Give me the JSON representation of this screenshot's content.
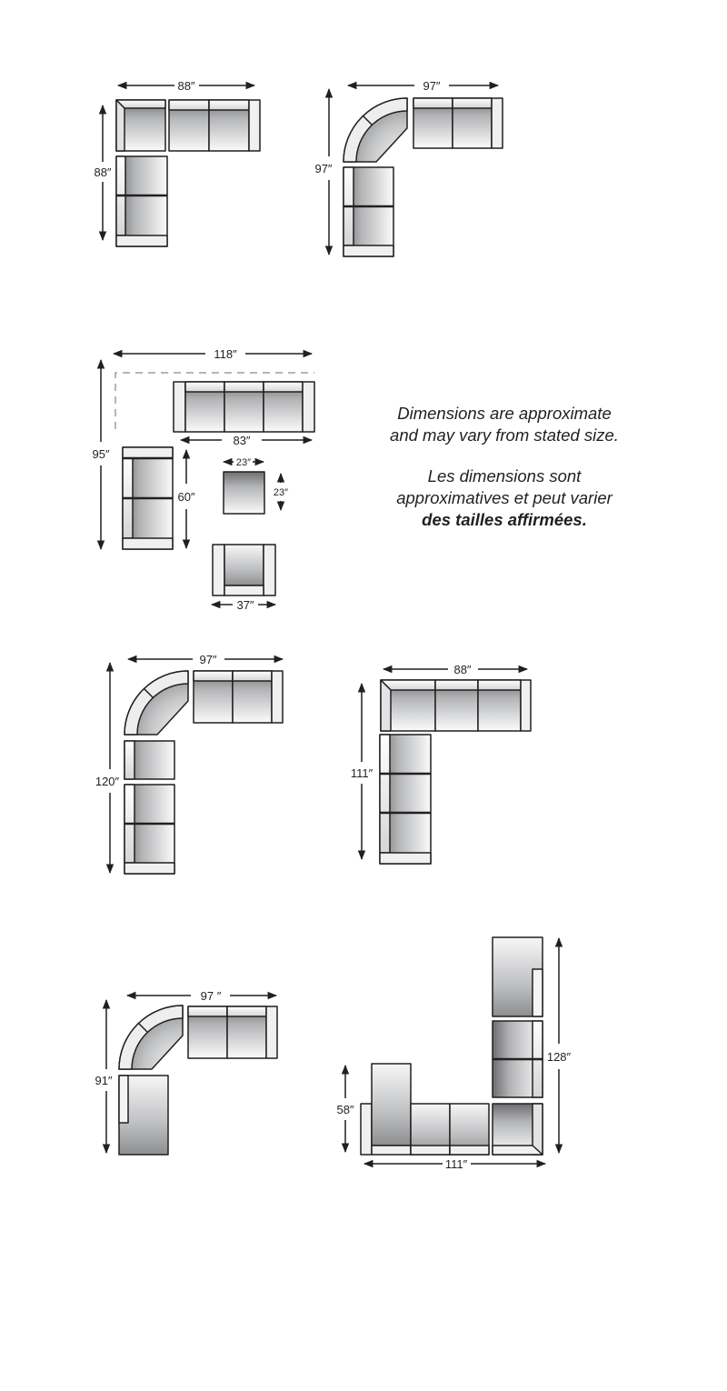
{
  "notes": {
    "english": [
      "Dimensions are approximate",
      "and may vary from stated size."
    ],
    "french": [
      "Les dimensions sont",
      "approximatives et peut varier",
      "des tailles affirmées."
    ]
  },
  "dimensions": {
    "d1_width": "88″",
    "d1_depth": "88″",
    "d2_width": "97″",
    "d2_depth": "97″",
    "d3_width": "118″",
    "d3_depth": "95″",
    "d3_sofa": "83″",
    "d3_loveseat": "60″",
    "d3_ottoman_w": "23″",
    "d3_ottoman_d": "23″",
    "d3_chair": "37″",
    "d4_width": "97″",
    "d4_depth": "120″",
    "d5_width": "88″",
    "d5_depth": "111″",
    "d6_width": "97 ″",
    "d6_depth": "91″",
    "d7_depth_left": "58″",
    "d7_depth_right": "128″",
    "d7_width": "111″"
  }
}
